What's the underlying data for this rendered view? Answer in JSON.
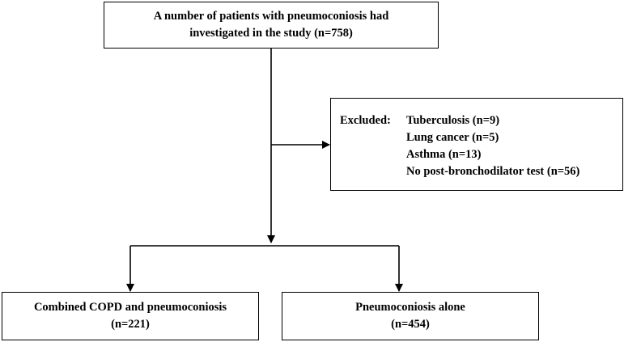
{
  "top_box": {
    "line1": "A number of patients with pneumoconiosis had",
    "line2": "investigated in the study (n=758)"
  },
  "excluded_box": {
    "heading": "Excluded:",
    "items": [
      "Tuberculosis (n=9)",
      "Lung cancer (n=5)",
      "Asthma (n=13)",
      "No post-bronchodilator test (n=56)"
    ]
  },
  "left_box": {
    "line1": "Combined COPD and pneumoconiosis",
    "line2": "(n=221)"
  },
  "right_box": {
    "line1": "Pneumoconiosis alone",
    "line2": "(n=454)"
  }
}
